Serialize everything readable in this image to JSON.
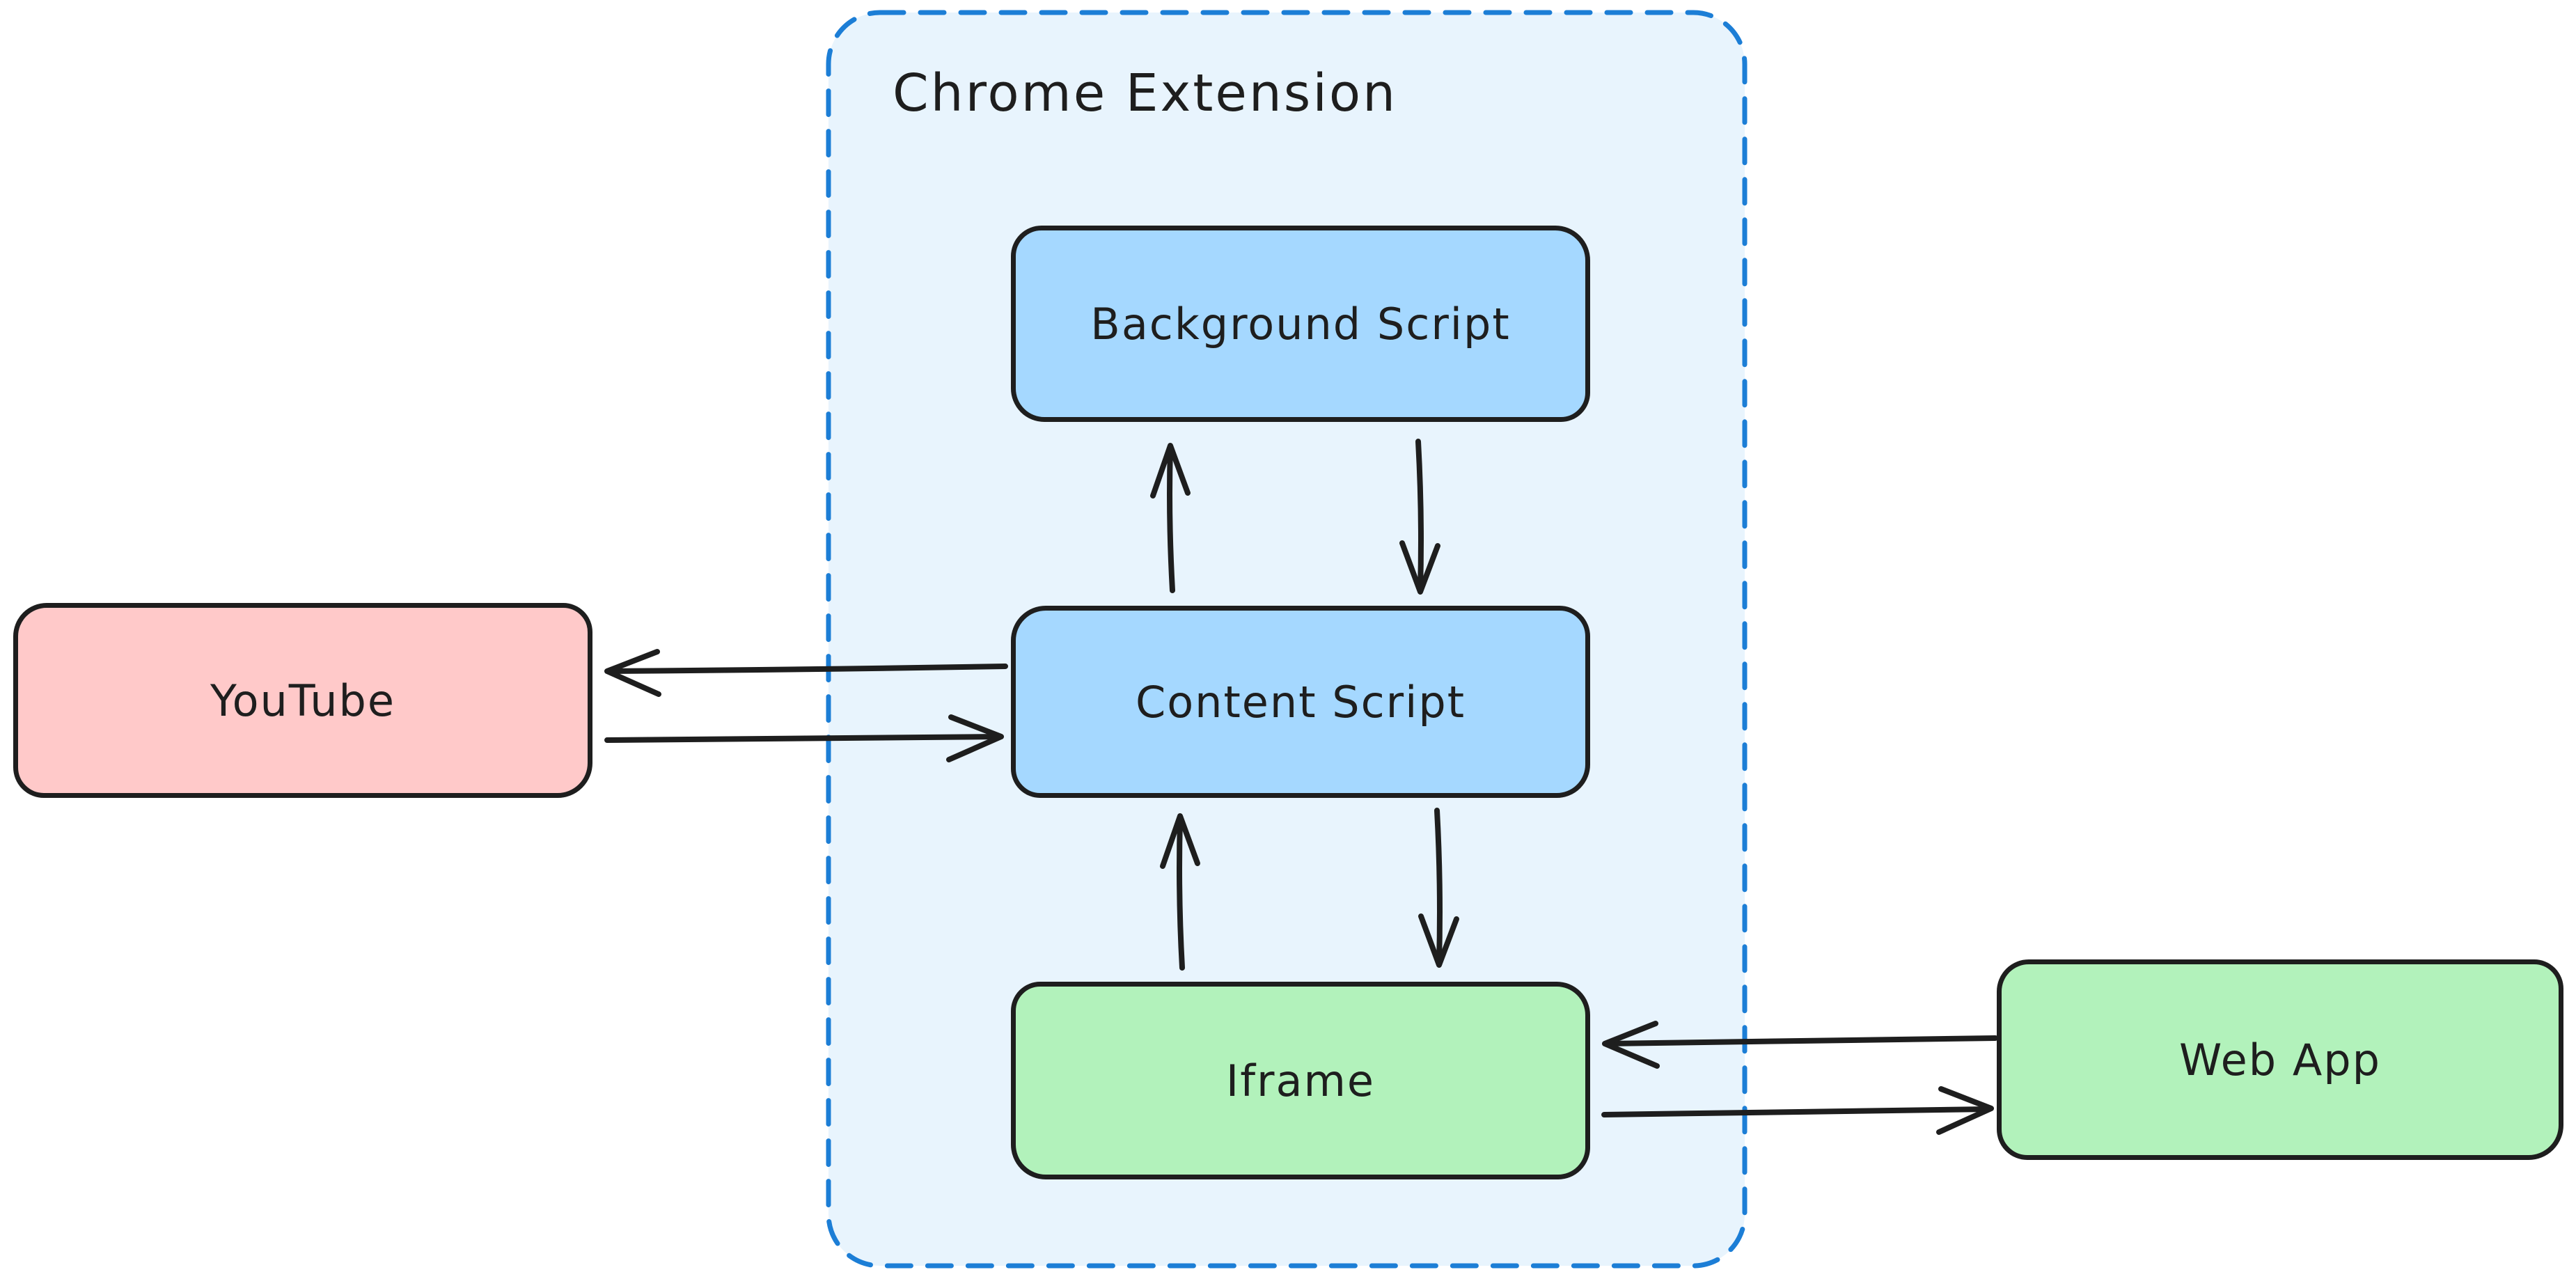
{
  "diagram": {
    "container": {
      "label": "Chrome Extension",
      "fill": "#e8f4fd",
      "border_color": "#1c7ed6",
      "border_style": "dashed"
    },
    "nodes": [
      {
        "id": "youtube",
        "label": "YouTube",
        "fill": "#ffc9c9"
      },
      {
        "id": "background-script",
        "label": "Background Script",
        "fill": "#a5d8ff"
      },
      {
        "id": "content-script",
        "label": "Content Script",
        "fill": "#a5d8ff"
      },
      {
        "id": "iframe",
        "label": "Iframe",
        "fill": "#b2f2bb"
      },
      {
        "id": "web-app",
        "label": "Web App",
        "fill": "#b2f2bb"
      }
    ],
    "edges": [
      {
        "from": "Content Script",
        "to": "Background Script"
      },
      {
        "from": "Background Script",
        "to": "Content Script"
      },
      {
        "from": "Iframe",
        "to": "Content Script"
      },
      {
        "from": "Content Script",
        "to": "Iframe"
      },
      {
        "from": "Content Script",
        "to": "YouTube"
      },
      {
        "from": "YouTube",
        "to": "Content Script"
      },
      {
        "from": "Web App",
        "to": "Iframe"
      },
      {
        "from": "Iframe",
        "to": "Web App"
      }
    ],
    "colors": {
      "canvas_background": "#ffffff",
      "node_border": "#1e1e1e",
      "arrow": "#1e1e1e",
      "text": "#1e1e1e"
    }
  }
}
